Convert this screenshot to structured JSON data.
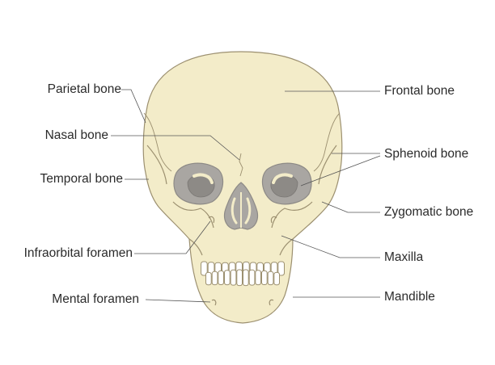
{
  "labels": {
    "parietal": "Parietal bone",
    "nasal": "Nasal bone",
    "temporal": "Temporal bone",
    "infraorbital": "Infraorbital foramen",
    "mental": "Mental foramen",
    "frontal": "Frontal bone",
    "sphenoid": "Sphenoid bone",
    "zygomatic": "Zygomatic bone",
    "maxilla": "Maxilla",
    "mandible": "Mandible"
  },
  "colors": {
    "bone": "#f3ecc9",
    "outline": "#9c9070",
    "cavity": "#a9a6a2",
    "cavity_dark": "#8d8a86",
    "leader": "#555555",
    "text": "#2b2b2b"
  }
}
